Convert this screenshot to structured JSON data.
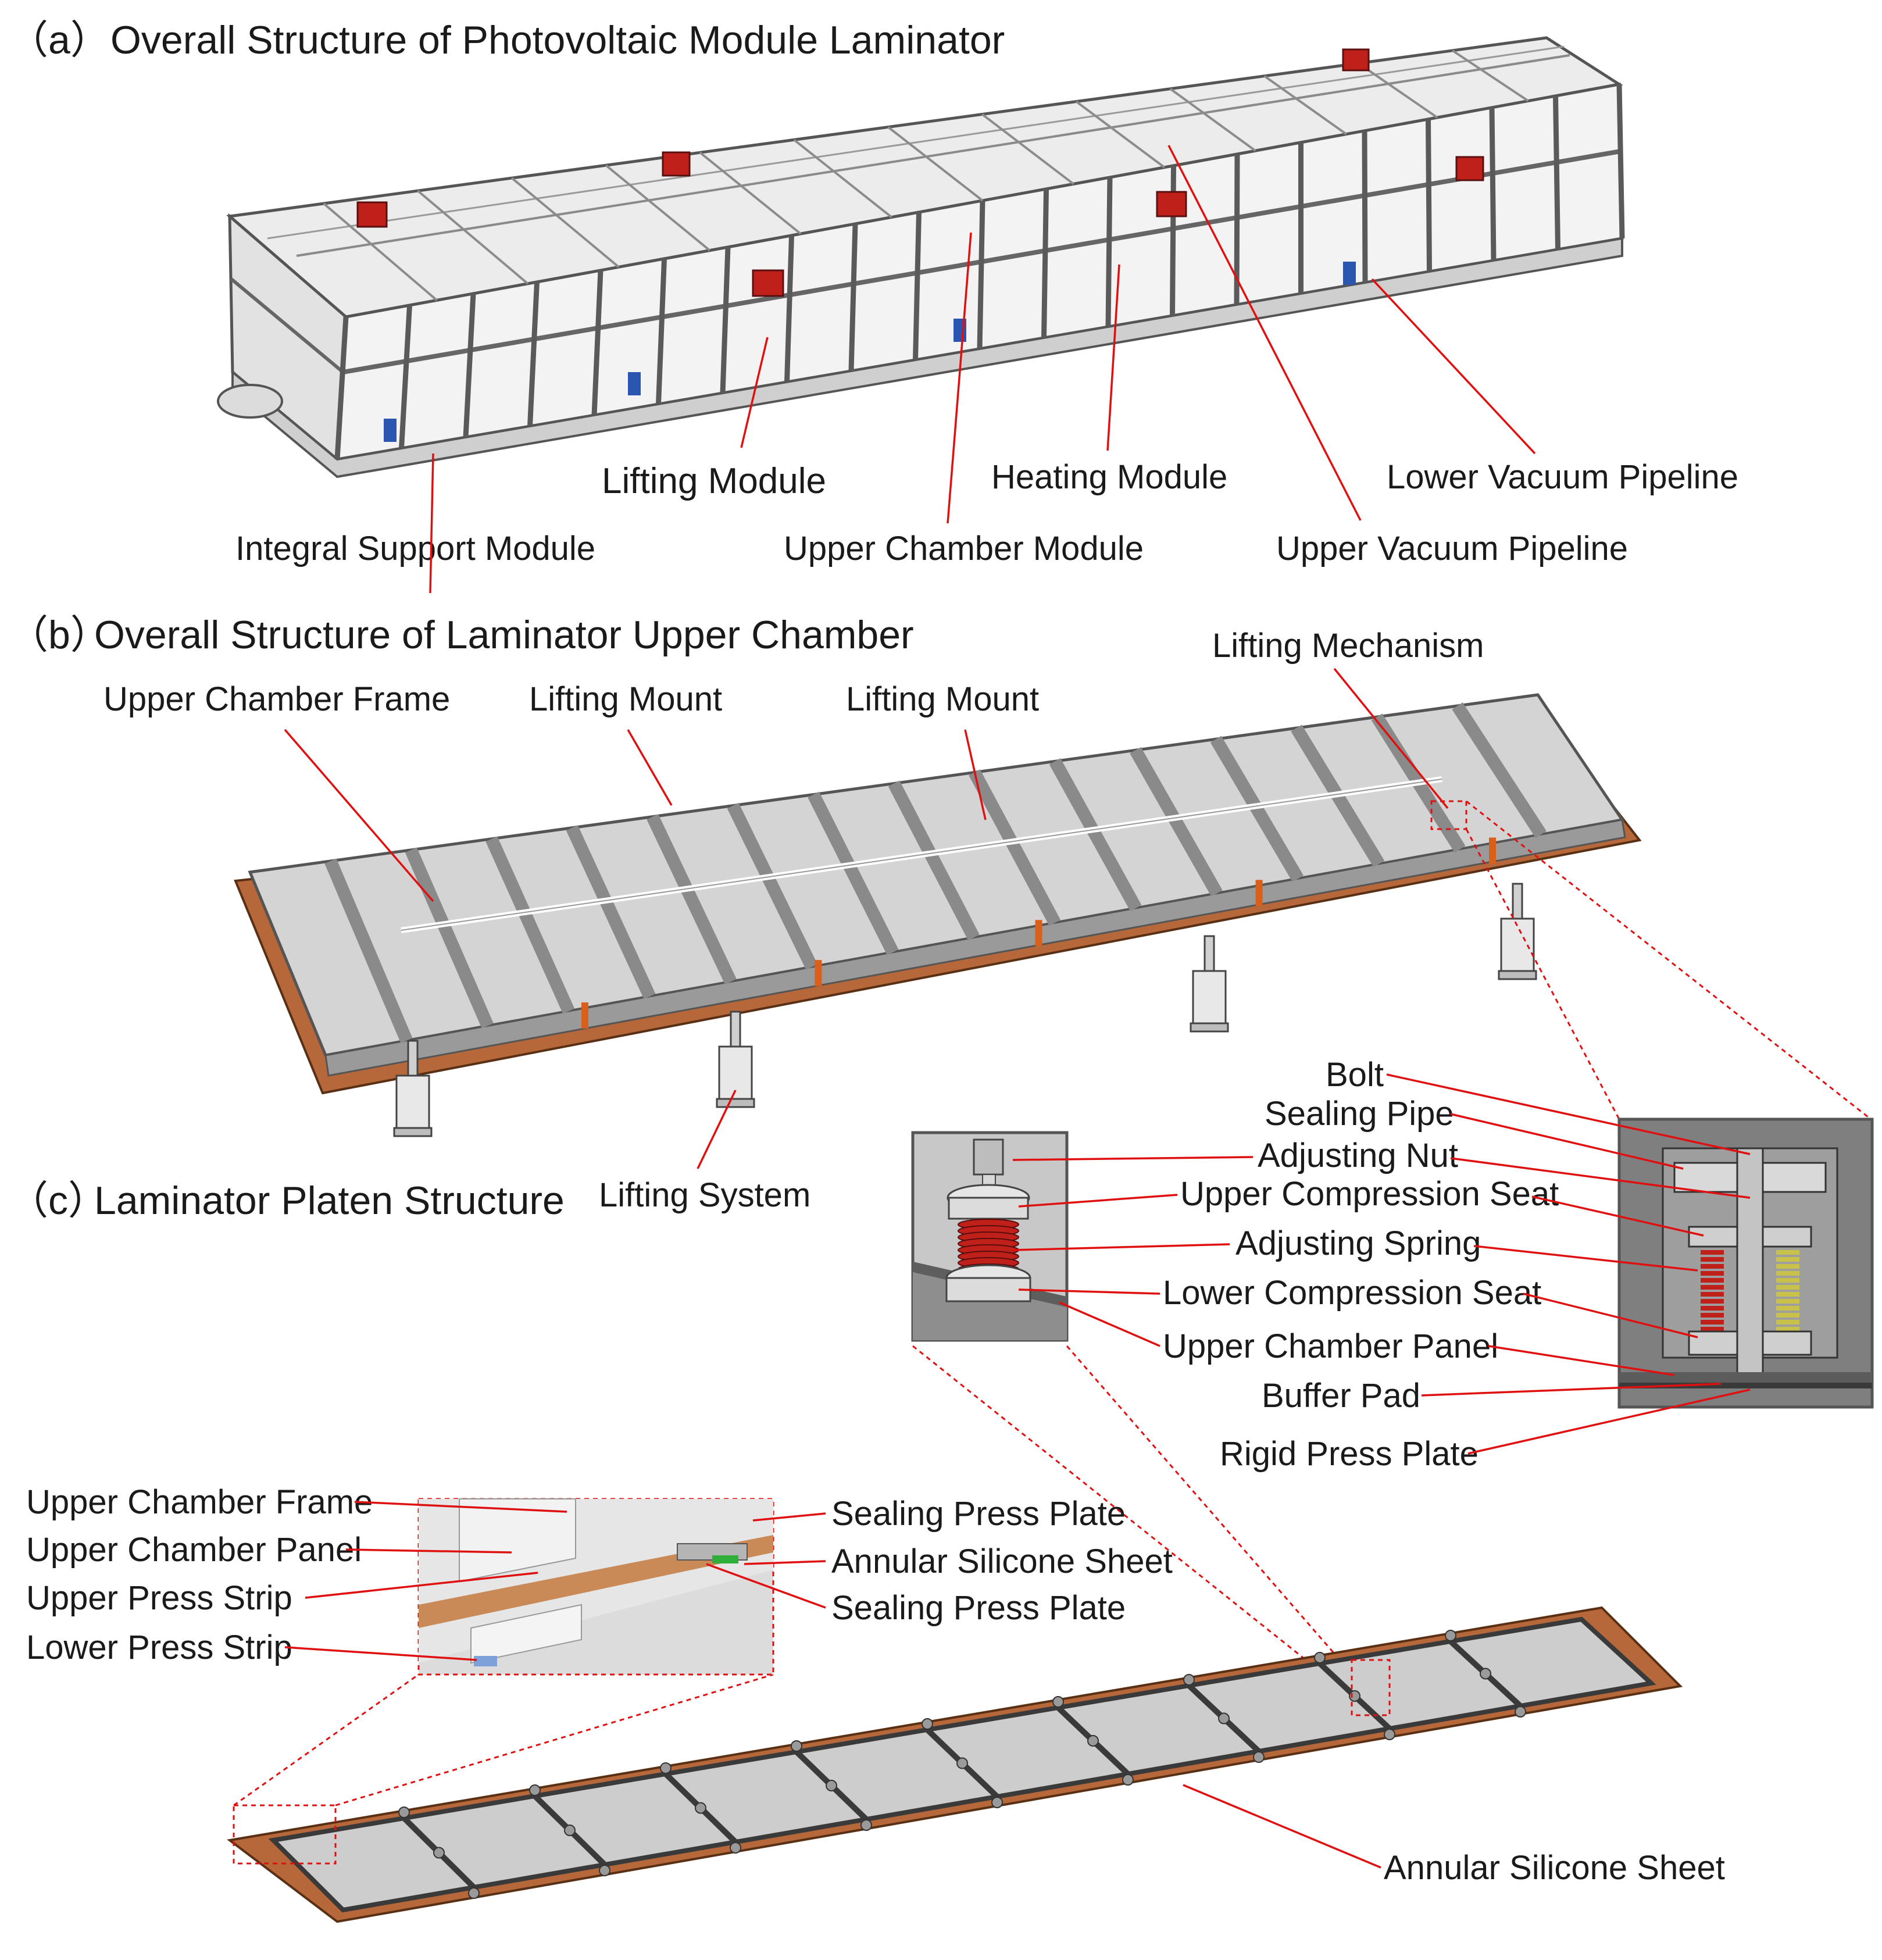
{
  "sections": {
    "a": {
      "marker": "（a）",
      "title": "Overall Structure of Photovoltaic Module Laminator"
    },
    "b": {
      "marker": "（b）",
      "title": "Overall Structure of Laminator Upper Chamber"
    },
    "c": {
      "marker": "（c）",
      "title": "Laminator Platen Structure"
    }
  },
  "labels_a": {
    "lifting_module": "Lifting Module",
    "heating_module": "Heating Module",
    "lower_vacuum_pipeline": "Lower Vacuum Pipeline",
    "integral_support_module": "Integral Support Module",
    "upper_chamber_module": "Upper Chamber Module",
    "upper_vacuum_pipeline": "Upper Vacuum Pipeline"
  },
  "labels_b": {
    "upper_chamber_frame": "Upper Chamber Frame",
    "lifting_mount_1": "Lifting Mount",
    "lifting_mount_2": "Lifting Mount",
    "lifting_mechanism": "Lifting Mechanism",
    "lifting_system": "Lifting System"
  },
  "labels_detail": {
    "bolt": "Bolt",
    "sealing_pipe": "Sealing Pipe",
    "adjusting_nut": "Adjusting Nut",
    "upper_compression_seat": "Upper Compression Seat",
    "adjusting_spring": "Adjusting Spring",
    "lower_compression_seat": "Lower Compression Seat",
    "upper_chamber_panel": "Upper Chamber Panel",
    "buffer_pad": "Buffer Pad",
    "rigid_press_plate": "Rigid Press Plate"
  },
  "labels_c": {
    "upper_chamber_frame": "Upper Chamber Frame",
    "upper_chamber_panel": "Upper Chamber Panel",
    "upper_press_strip": "Upper Press Strip",
    "lower_press_strip": "Lower Press Strip",
    "sealing_press_plate_1": "Sealing Press Plate",
    "annular_silicone_sheet_1": "Annular Silicone Sheet",
    "sealing_press_plate_2": "Sealing Press Plate",
    "annular_silicone_sheet_2": "Annular Silicone Sheet"
  },
  "colors": {
    "leader": "#e01010",
    "frame_gray": "#595959",
    "panel_gray": "#c9c9c9",
    "copper": "#b7683a",
    "spring_red": "#c0201a",
    "spring_yellow": "#c9c24a",
    "accent_blue": "#2a55b0",
    "silicone_green": "#2fae3a"
  }
}
